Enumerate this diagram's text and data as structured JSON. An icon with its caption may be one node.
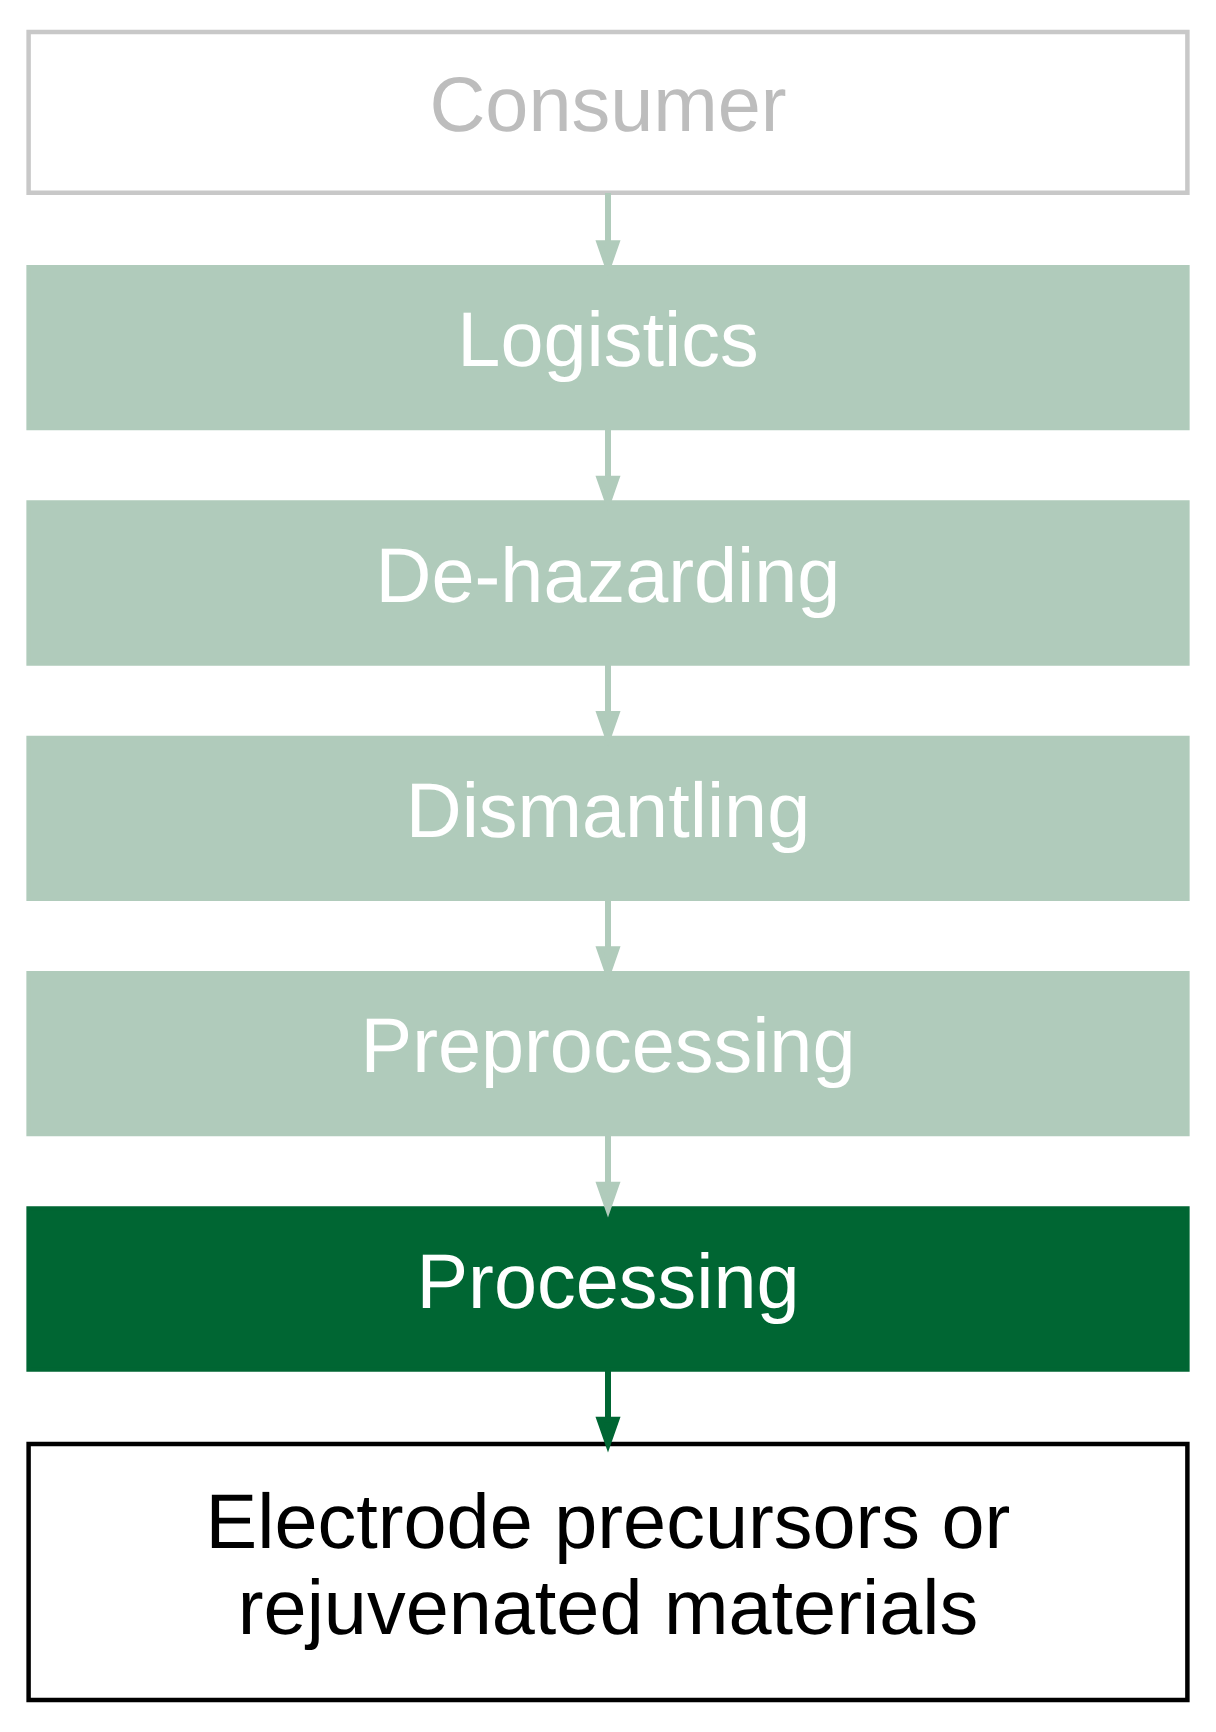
{
  "diagram": {
    "nodes": [
      {
        "text": [
          "Consumer"
        ]
      },
      {
        "text": [
          "Logistics"
        ]
      },
      {
        "text": [
          "De-hazarding"
        ]
      },
      {
        "text": [
          "Dismantling"
        ]
      },
      {
        "text": [
          "Preprocessing"
        ]
      },
      {
        "text": [
          "Processing"
        ]
      },
      {
        "text": [
          "Electrode precursors or rejuvenated materials"
        ]
      }
    ],
    "edges": [
      {
        "from": 0,
        "to": 1,
        "arrow": "to"
      },
      {
        "from": 1,
        "to": 2,
        "arrow": "to"
      },
      {
        "from": 2,
        "to": 3,
        "arrow": "to"
      },
      {
        "from": 3,
        "to": 4,
        "arrow": "to"
      },
      {
        "from": 4,
        "to": 5,
        "arrow": "to"
      },
      {
        "from": 5,
        "to": 6,
        "arrow": "to",
        "color": "#006633"
      }
    ]
  }
}
